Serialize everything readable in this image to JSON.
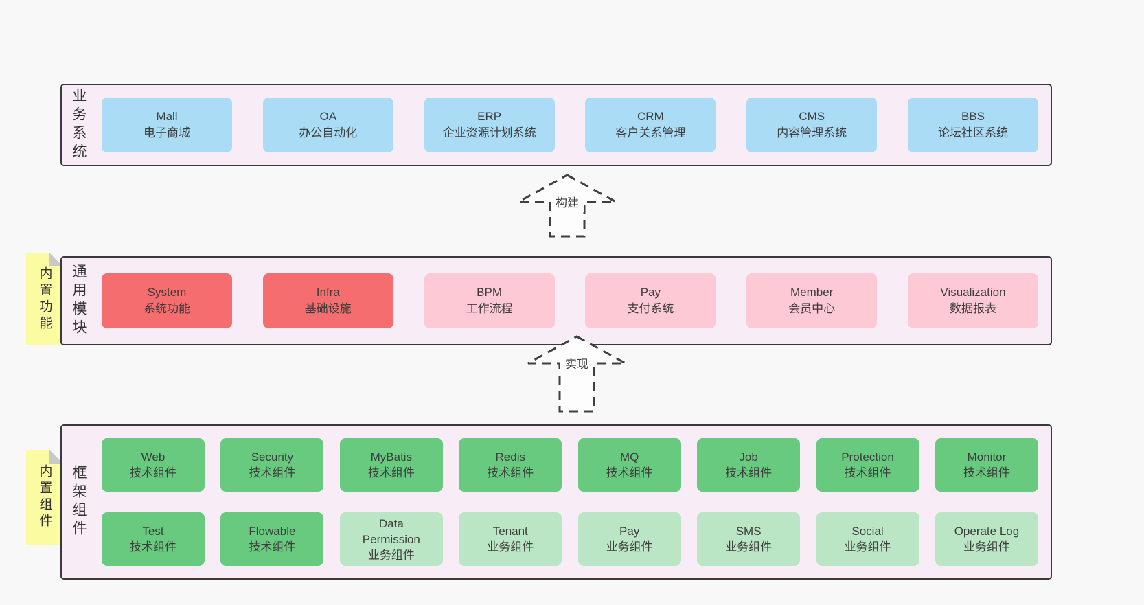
{
  "colors": {
    "page_bg": "#f8f8f8",
    "panel_bg": "#f8edf6",
    "panel_border": "#3a3a3a",
    "text": "#3d3d3d",
    "note_bg": "#fbfba2",
    "note_fold": "#c9c9c9",
    "arrow_stroke": "#3f3f3f",
    "variants": {
      "blue": "#aadcf5",
      "red": "#f56d6e",
      "pink": "#fcc9d5",
      "green": "#67ca7f",
      "lightgreen": "#bae6c6"
    }
  },
  "arrows": [
    {
      "label": "构建"
    },
    {
      "label": "实现"
    }
  ],
  "sections": [
    {
      "id": "business-systems",
      "label": "业务系统",
      "note": null,
      "rows": [
        [
          {
            "title": "Mall",
            "subtitle": "电子商城",
            "variant": "blue"
          },
          {
            "title": "OA",
            "subtitle": "办公自动化",
            "variant": "blue"
          },
          {
            "title": "ERP",
            "subtitle": "企业资源计划系统",
            "variant": "blue"
          },
          {
            "title": "CRM",
            "subtitle": "客户关系管理",
            "variant": "blue"
          },
          {
            "title": "CMS",
            "subtitle": "内容管理系统",
            "variant": "blue"
          },
          {
            "title": "BBS",
            "subtitle": "论坛社区系统",
            "variant": "blue"
          }
        ]
      ]
    },
    {
      "id": "common-modules",
      "label": "通用模块",
      "note": "内置功能",
      "rows": [
        [
          {
            "title": "System",
            "subtitle": "系统功能",
            "variant": "red"
          },
          {
            "title": "Infra",
            "subtitle": "基础设施",
            "variant": "red"
          },
          {
            "title": "BPM",
            "subtitle": "工作流程",
            "variant": "pink"
          },
          {
            "title": "Pay",
            "subtitle": "支付系统",
            "variant": "pink"
          },
          {
            "title": "Member",
            "subtitle": "会员中心",
            "variant": "pink"
          },
          {
            "title": "Visualization",
            "subtitle": "数据报表",
            "variant": "pink"
          }
        ]
      ]
    },
    {
      "id": "framework-components",
      "label": "框架组件",
      "note": "内置组件",
      "rows": [
        [
          {
            "title": "Web",
            "subtitle": "技术组件",
            "variant": "green"
          },
          {
            "title": "Security",
            "subtitle": "技术组件",
            "variant": "green"
          },
          {
            "title": "MyBatis",
            "subtitle": "技术组件",
            "variant": "green"
          },
          {
            "title": "Redis",
            "subtitle": "技术组件",
            "variant": "green"
          },
          {
            "title": "MQ",
            "subtitle": "技术组件",
            "variant": "green"
          },
          {
            "title": "Job",
            "subtitle": "技术组件",
            "variant": "green"
          },
          {
            "title": "Protection",
            "subtitle": "技术组件",
            "variant": "green"
          },
          {
            "title": "Monitor",
            "subtitle": "技术组件",
            "variant": "green"
          }
        ],
        [
          {
            "title": "Test",
            "subtitle": "技术组件",
            "variant": "green"
          },
          {
            "title": "Flowable",
            "subtitle": "技术组件",
            "variant": "green"
          },
          {
            "title": "Data Permission",
            "subtitle": "业务组件",
            "variant": "lightgreen",
            "wrap": true
          },
          {
            "title": "Tenant",
            "subtitle": "业务组件",
            "variant": "lightgreen"
          },
          {
            "title": "Pay",
            "subtitle": "业务组件",
            "variant": "lightgreen"
          },
          {
            "title": "SMS",
            "subtitle": "业务组件",
            "variant": "lightgreen"
          },
          {
            "title": "Social",
            "subtitle": "业务组件",
            "variant": "lightgreen"
          },
          {
            "title": "Operate Log",
            "subtitle": "业务组件",
            "variant": "lightgreen"
          }
        ]
      ]
    }
  ]
}
